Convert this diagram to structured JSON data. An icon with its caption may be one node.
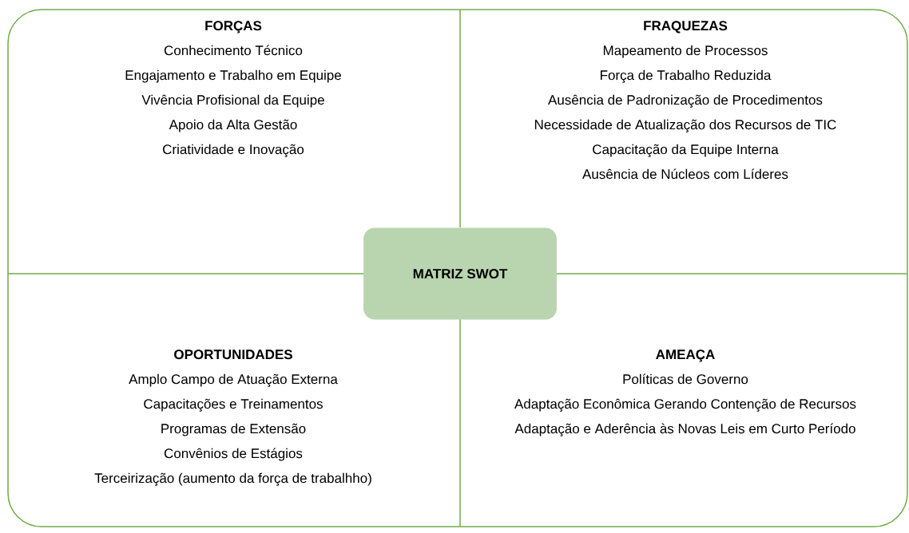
{
  "diagram": {
    "nodes": [
      {
        "text": [
          "FORÇAS",
          "Conhecimento Técnico",
          "Engajamento e Trabalho em Equipe",
          "Vivência Profisional da Equipe",
          "Apoio da Alta Gestão",
          "Criatividade e Inovação"
        ]
      },
      {
        "text": [
          "FRAQUEZAS",
          "Mapeamento de Processos",
          "Força de Trabalho Reduzida",
          "Ausência de Padronização de Procedimentos",
          "Necessidade de Atualização dos Recursos de TIC",
          "Capacitação da Equipe Interna",
          "Ausência de Núcleos com Líderes"
        ]
      },
      {
        "text": [
          "OPORTUNIDADES",
          "Amplo Campo de Atuação Externa",
          "Capacitações e Treinamentos",
          "Programas de Extensão",
          "Convênios de Estágios",
          "Terceirização (aumento da força de trabalhho)"
        ]
      },
      {
        "text": [
          "AMEAÇA",
          "Políticas de Governo",
          "Adaptação Econômica Gerando Contenção de Recursos",
          "Adaptação e Aderência às Novas Leis em Curto Período"
        ]
      },
      {
        "text": [
          "MATRIZ SWOT"
        ]
      }
    ]
  }
}
